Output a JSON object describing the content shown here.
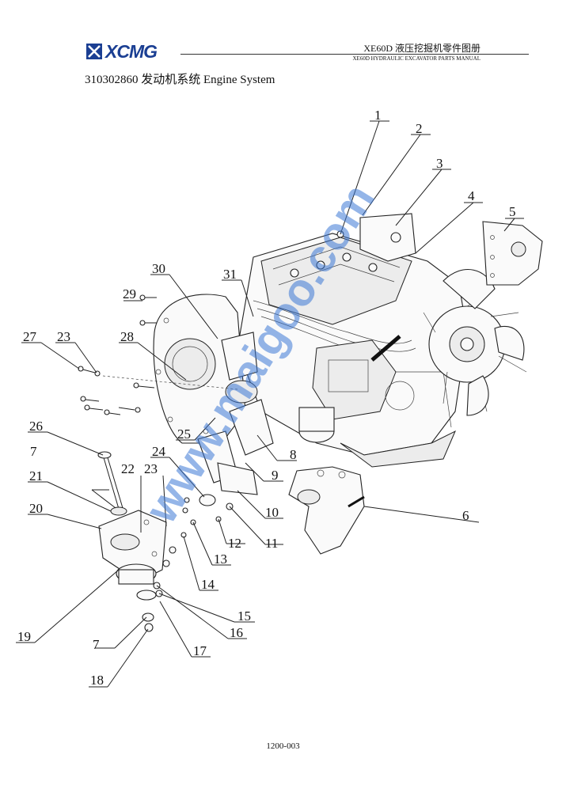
{
  "header": {
    "brand": "XCMG",
    "title": "XE60D  液压挖掘机零件图册",
    "subtitle": "XE60D HYDRAULIC EXCAVATOR PARTS MANUAL"
  },
  "page_title": "310302860  发动机系统 Engine System",
  "watermark": "www.maigoo.com",
  "callouts": {
    "c1": "1",
    "c2": "2",
    "c3": "3",
    "c4": "4",
    "c5": "5",
    "c6": "6",
    "c7a": "7",
    "c7b": "7",
    "c8": "8",
    "c9": "9",
    "c10": "10",
    "c11": "11",
    "c12": "12",
    "c13": "13",
    "c14": "14",
    "c15": "15",
    "c16": "16",
    "c17": "17",
    "c18": "18",
    "c19": "19",
    "c20": "20",
    "c21": "21",
    "c22": "22",
    "c23a": "23",
    "c23b": "23",
    "c24": "24",
    "c25": "25",
    "c26": "26",
    "c27": "27",
    "c28": "28",
    "c29": "29",
    "c30": "30",
    "c31": "31"
  },
  "footer": {
    "page_number": "1200-003"
  },
  "colors": {
    "brand": "#1b3f93",
    "watermark": "#3c78d6"
  }
}
